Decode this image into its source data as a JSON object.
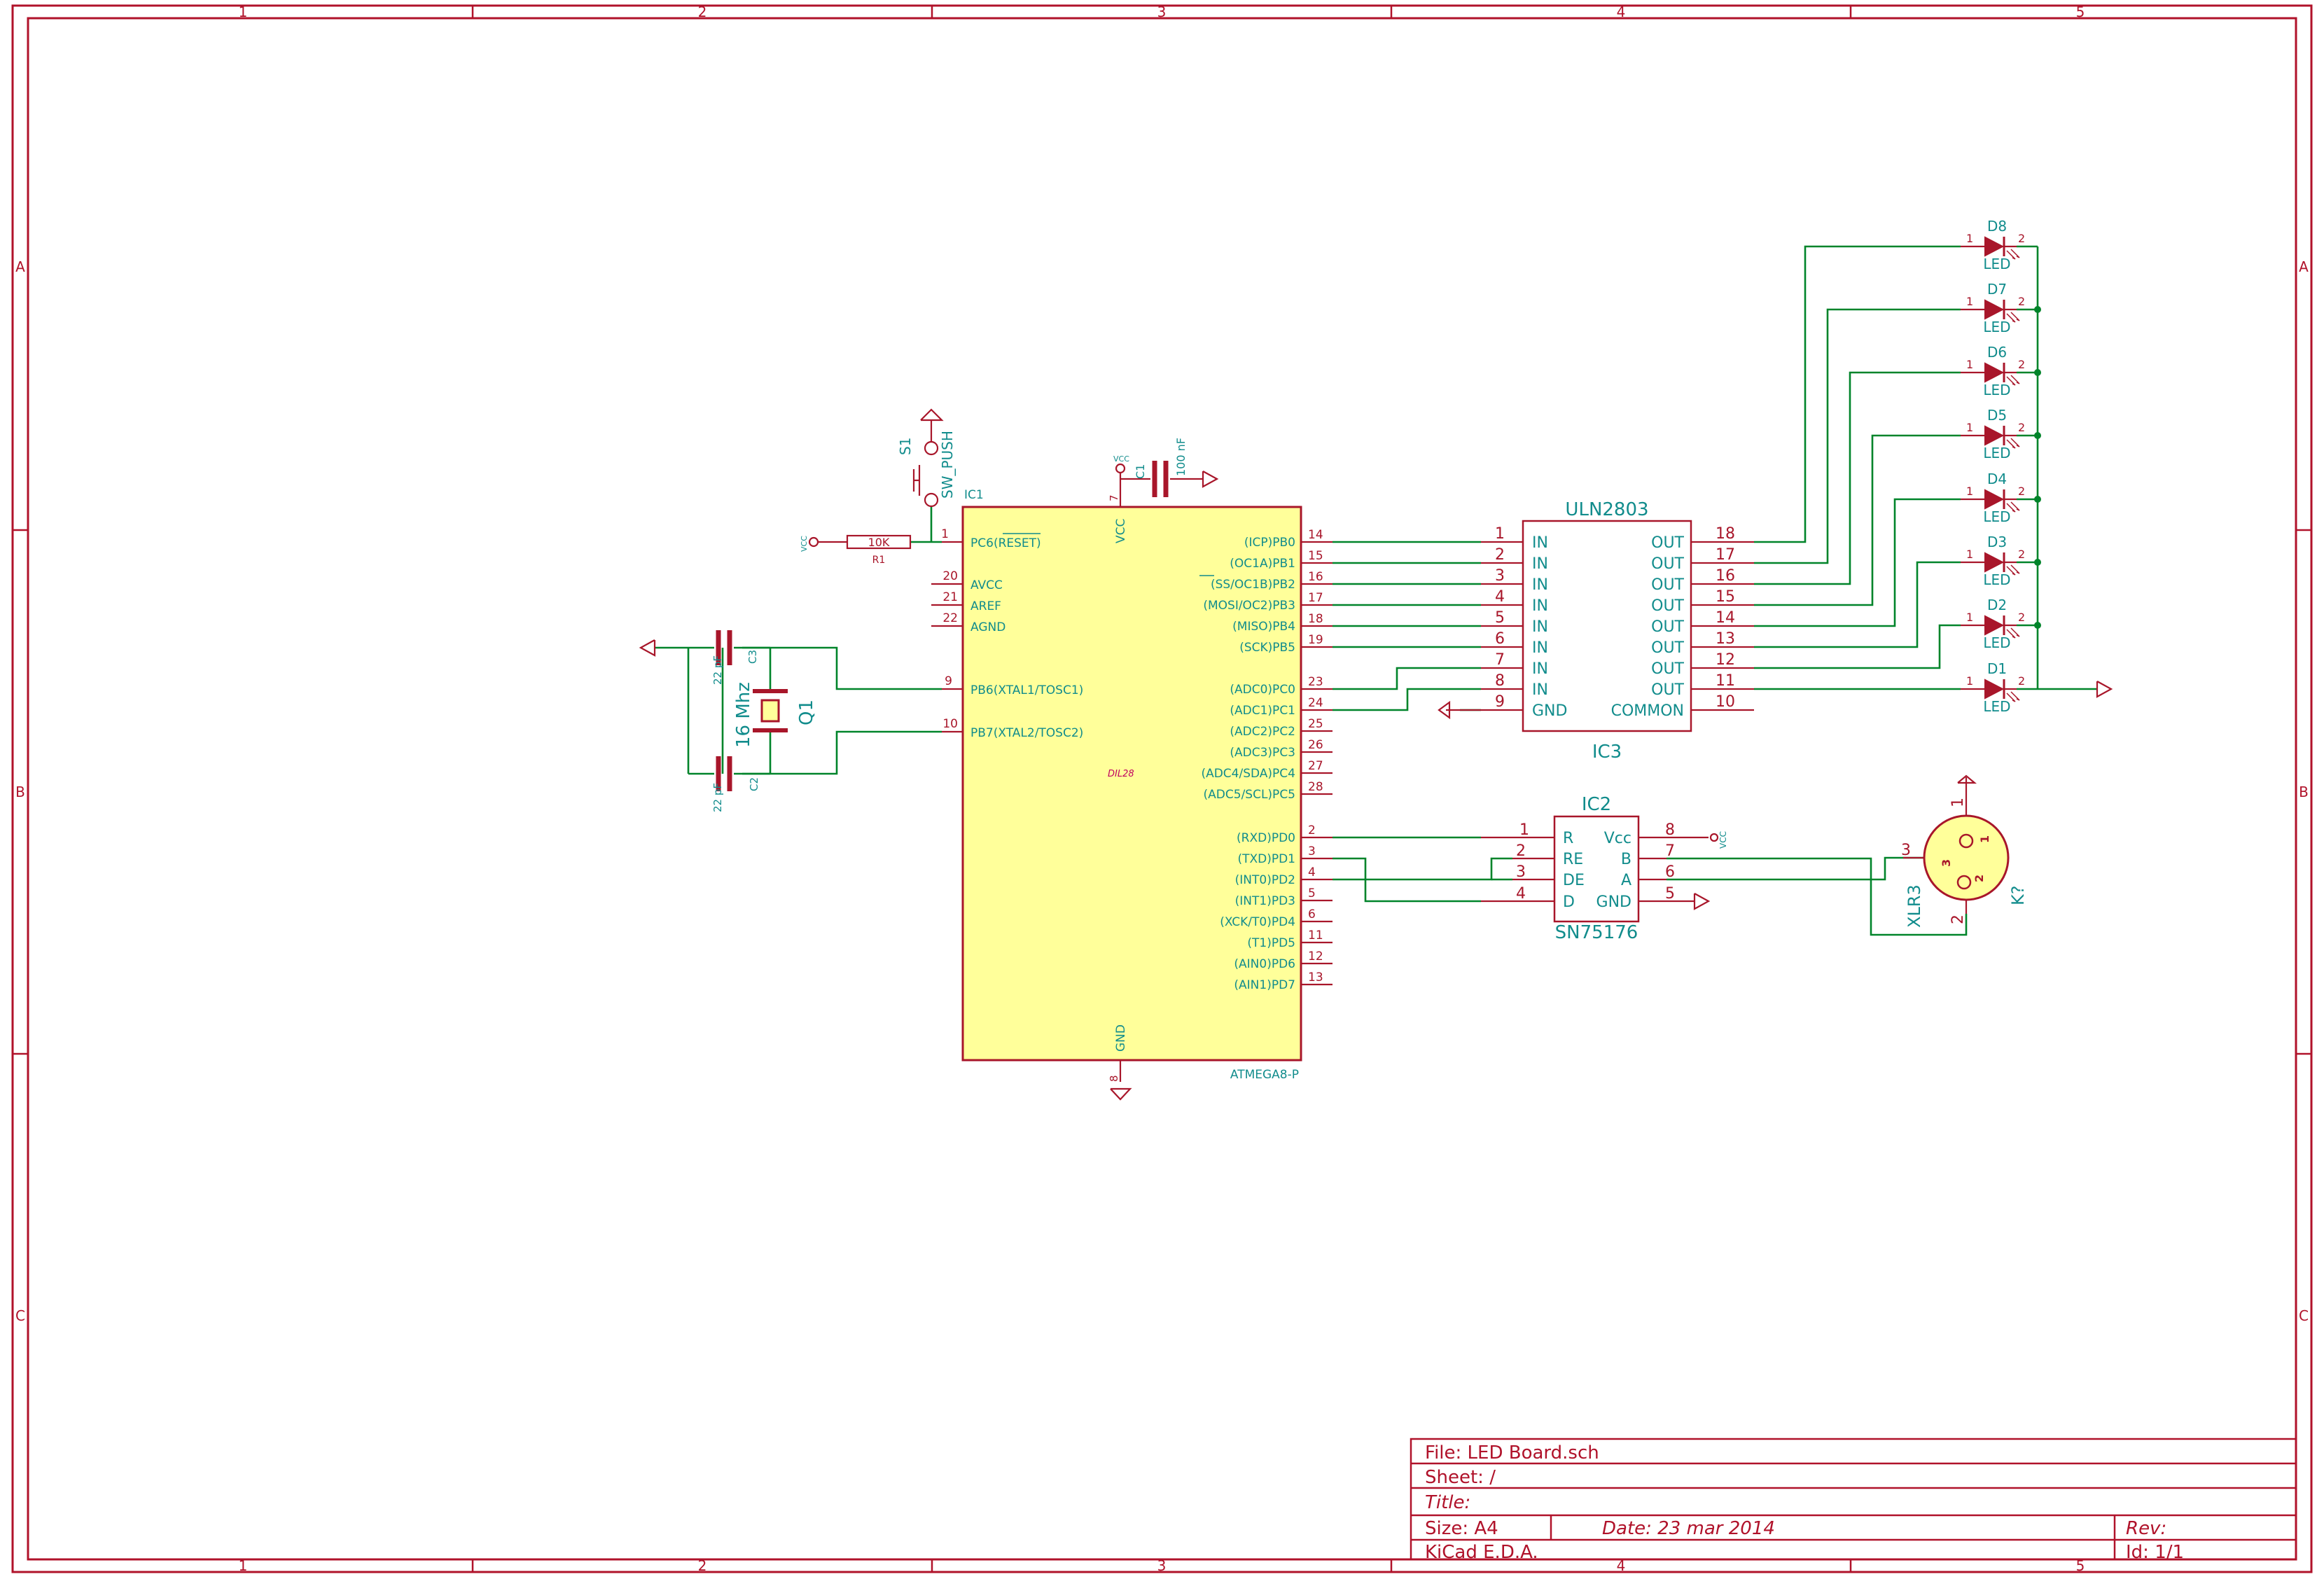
{
  "border": {
    "cols": [
      "1",
      "2",
      "3",
      "4",
      "5"
    ],
    "rows": [
      "A",
      "B",
      "C"
    ]
  },
  "colors": {
    "border": "#b0122a",
    "wire": "#00842a",
    "component": "#a8162a",
    "ic_fill": "#ffff9a",
    "label": "#118c8c",
    "net_label": "#c00060"
  },
  "ic1": {
    "ref": "IC1",
    "value": "ATMEGA8-P",
    "package": "DIL28",
    "vcc_pin": "7",
    "vcc_label": "VCC",
    "gnd_pin": "8",
    "gnd_label": "GND",
    "left_pins": [
      {
        "num": "1",
        "name": "PC6(RESET)"
      },
      {
        "num": "20",
        "name": "AVCC"
      },
      {
        "num": "21",
        "name": "AREF"
      },
      {
        "num": "22",
        "name": "AGND"
      },
      {
        "num": "9",
        "name": "PB6(XTAL1/TOSC1)"
      },
      {
        "num": "10",
        "name": "PB7(XTAL2/TOSC2)"
      }
    ],
    "right_pins": [
      {
        "num": "14",
        "name": "(ICP)PB0"
      },
      {
        "num": "15",
        "name": "(OC1A)PB1"
      },
      {
        "num": "16",
        "name": "(SS/OC1B)PB2"
      },
      {
        "num": "17",
        "name": "(MOSI/OC2)PB3"
      },
      {
        "num": "18",
        "name": "(MISO)PB4"
      },
      {
        "num": "19",
        "name": "(SCK)PB5"
      },
      {
        "num": "23",
        "name": "(ADC0)PC0"
      },
      {
        "num": "24",
        "name": "(ADC1)PC1"
      },
      {
        "num": "25",
        "name": "(ADC2)PC2"
      },
      {
        "num": "26",
        "name": "(ADC3)PC3"
      },
      {
        "num": "27",
        "name": "(ADC4/SDA)PC4"
      },
      {
        "num": "28",
        "name": "(ADC5/SCL)PC5"
      },
      {
        "num": "2",
        "name": "(RXD)PD0"
      },
      {
        "num": "3",
        "name": "(TXD)PD1"
      },
      {
        "num": "4",
        "name": "(INT0)PD2"
      },
      {
        "num": "5",
        "name": "(INT1)PD3"
      },
      {
        "num": "6",
        "name": "(XCK/T0)PD4"
      },
      {
        "num": "11",
        "name": "(T1)PD5"
      },
      {
        "num": "12",
        "name": "(AIN0)PD6"
      },
      {
        "num": "13",
        "name": "(AIN1)PD7"
      }
    ]
  },
  "ic3": {
    "ref": "IC3",
    "value": "ULN2803",
    "in_pins": [
      "1",
      "2",
      "3",
      "4",
      "5",
      "6",
      "7",
      "8"
    ],
    "in_label": "IN",
    "gnd_pin": "9",
    "gnd_label": "GND",
    "out_pins": [
      "18",
      "17",
      "16",
      "15",
      "14",
      "13",
      "12",
      "11"
    ],
    "out_label": "OUT",
    "common_pin": "10",
    "common_label": "COMMON"
  },
  "ic2": {
    "ref": "IC2",
    "value": "SN75176",
    "left_pins": [
      {
        "num": "1",
        "name": "R"
      },
      {
        "num": "2",
        "name": "RE"
      },
      {
        "num": "3",
        "name": "DE"
      },
      {
        "num": "4",
        "name": "D"
      }
    ],
    "right_pins": [
      {
        "num": "8",
        "name": "Vcc"
      },
      {
        "num": "7",
        "name": "B"
      },
      {
        "num": "6",
        "name": "A"
      },
      {
        "num": "5",
        "name": "GND"
      }
    ],
    "vcc_label": "VCC"
  },
  "leds": [
    {
      "ref": "D8",
      "value": "LED",
      "p1": "1",
      "p2": "2"
    },
    {
      "ref": "D7",
      "value": "LED",
      "p1": "1",
      "p2": "2"
    },
    {
      "ref": "D6",
      "value": "LED",
      "p1": "1",
      "p2": "2"
    },
    {
      "ref": "D5",
      "value": "LED",
      "p1": "1",
      "p2": "2"
    },
    {
      "ref": "D4",
      "value": "LED",
      "p1": "1",
      "p2": "2"
    },
    {
      "ref": "D3",
      "value": "LED",
      "p1": "1",
      "p2": "2"
    },
    {
      "ref": "D2",
      "value": "LED",
      "p1": "1",
      "p2": "2"
    },
    {
      "ref": "D1",
      "value": "LED",
      "p1": "1",
      "p2": "2"
    }
  ],
  "r1": {
    "ref": "R1",
    "value": "10K",
    "vcc_label": "VCC"
  },
  "s1": {
    "ref": "S1",
    "value": "SW_PUSH"
  },
  "c1": {
    "ref": "C1",
    "value": "100 nF",
    "vcc_label": "VCC",
    "pin": "7"
  },
  "c2": {
    "ref": "C2",
    "value": "22 pF"
  },
  "c3": {
    "ref": "C3",
    "value": "22 pF"
  },
  "q1": {
    "ref": "Q1",
    "value": "16 Mhz"
  },
  "xlr": {
    "ref": "K?",
    "value": "XLR3",
    "pins": [
      "1",
      "2",
      "3"
    ]
  },
  "title_block": {
    "file": "File: LED Board.sch",
    "sheet": "Sheet: /",
    "title": "Title:",
    "size": "Size: A4",
    "date": "Date: 23 mar 2014",
    "rev": "Rev:",
    "app": "KiCad E.D.A.",
    "id": "Id: 1/1"
  }
}
